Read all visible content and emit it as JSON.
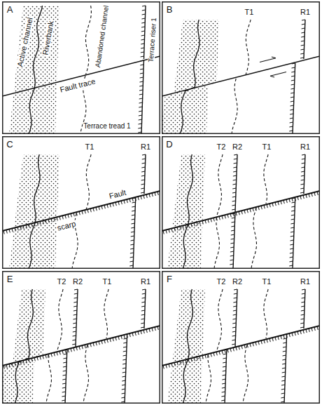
{
  "diagram": {
    "labels": [
      "A",
      "Active channel",
      "Riverbank",
      "Abandoned channel",
      "Fault trace",
      "Terrace tread 1",
      "Terrace riser 1",
      "B",
      "T1",
      "R1",
      "C",
      "T1",
      "R1",
      "Fault",
      "scarp",
      "D",
      "T2",
      "R2",
      "T1",
      "R1",
      "E",
      "T2",
      "R2",
      "T1",
      "R1",
      "F",
      "T2",
      "R2",
      "T1",
      "R1"
    ]
  }
}
